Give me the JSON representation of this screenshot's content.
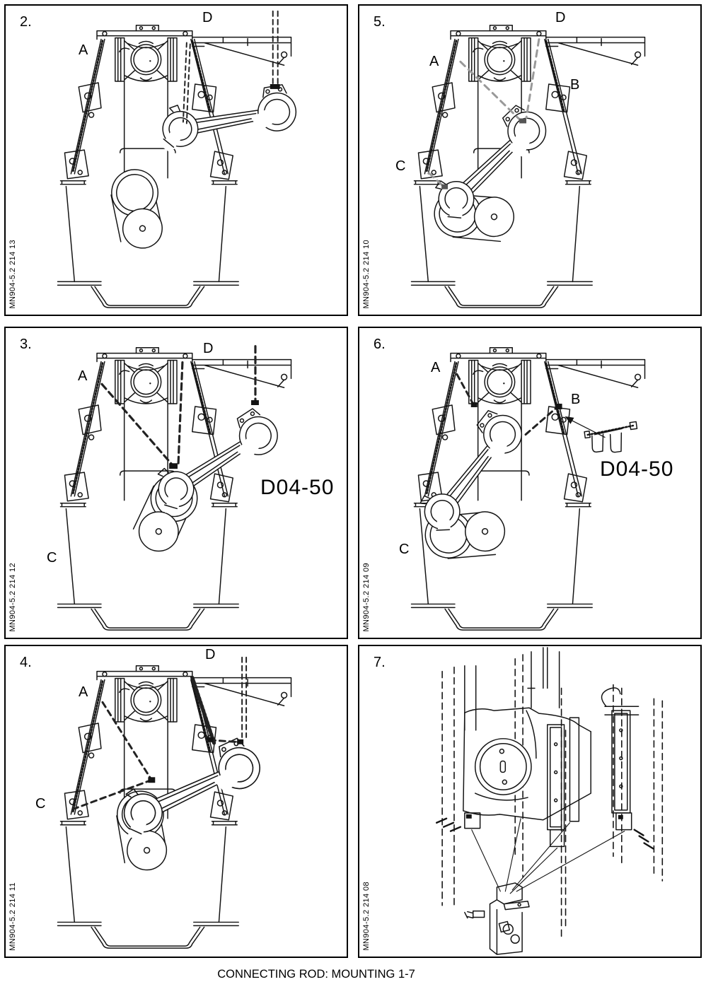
{
  "page": {
    "caption": "CONNECTING ROD: MOUNTING 1-7"
  },
  "panels": {
    "p2": {
      "number": "2.",
      "code": "MN904-5.2 214 13",
      "labels": {
        "a": "A",
        "d": "D"
      }
    },
    "p5": {
      "number": "5.",
      "code": "MN904-5.2 214 10",
      "labels": {
        "a": "A",
        "b": "B",
        "c": "C",
        "d": "D"
      }
    },
    "p3": {
      "number": "3.",
      "code": "MN904-5.2 214 12",
      "labels": {
        "a": "A",
        "c": "C",
        "d": "D"
      },
      "part_label": "D04-50"
    },
    "p6": {
      "number": "6.",
      "code": "MN904-5.2 214 09",
      "labels": {
        "a": "A",
        "b": "B",
        "c": "C"
      },
      "part_label": "D04-50"
    },
    "p4": {
      "number": "4.",
      "code": "MN904-5.2 214 11",
      "labels": {
        "a": "A",
        "c": "C",
        "d": "D"
      }
    },
    "p7": {
      "number": "7.",
      "code": "MN904-5.2 214 08"
    }
  }
}
